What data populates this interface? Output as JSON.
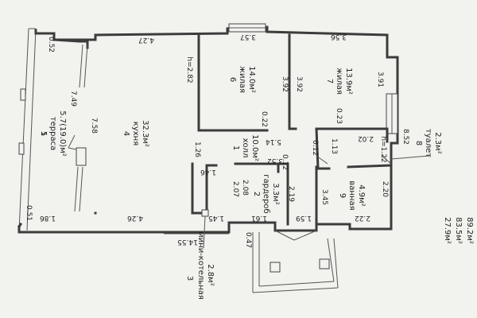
{
  "rooms": [
    {
      "id": "r1",
      "number": "1",
      "name": "холл",
      "area": "10.0м²"
    },
    {
      "id": "r2",
      "number": "2",
      "name": "гардероб",
      "area": "3.3м²"
    },
    {
      "id": "r3",
      "number": "3",
      "name": "мини-котельная",
      "area": "2.8м²"
    },
    {
      "id": "r4",
      "number": "4",
      "name": "кухня",
      "area": "32.3м²"
    },
    {
      "id": "r5",
      "number": "5",
      "name": "терраса",
      "area": "5.7(19.0)м²"
    },
    {
      "id": "r6",
      "number": "6",
      "name": "жилая",
      "area": "14.0м²"
    },
    {
      "id": "r7",
      "number": "7",
      "name": "жилая",
      "area": "13.9м²"
    },
    {
      "id": "r8",
      "number": "8",
      "name": "туалет",
      "area": "2.3м²"
    },
    {
      "id": "r9",
      "number": "9",
      "name": "ванная",
      "area": "4.9м²"
    }
  ],
  "dimensions": {
    "d_0_52": "0.52",
    "d_4_27": "4.27",
    "d_3_57": "3.57",
    "d_3_56": "3.56",
    "d_h_2_82": "h=2.82",
    "d_7_49": "7.49",
    "d_7_58": "7.58",
    "d_3_92a": "3.92",
    "d_3_92b": "3.92",
    "d_3_91": "3.91",
    "d_0_22": "0.22",
    "d_0_23": "0.23",
    "d_5_14": "5.14",
    "d_2_02": "2.02",
    "d_1_13": "1.13",
    "d_8_52": "8.52",
    "d_h_1_22": "h=1.22",
    "d_1_26": "1.26",
    "d_1_46": "1.46",
    "d_3_52": "3.52",
    "d_0_12a": "0.12",
    "d_0_12b": "0.12",
    "d_2_07": "2.07",
    "d_2_08": "2.08",
    "d_2_19": "2.19",
    "d_3_45": "3.45",
    "d_2_20": "2.20",
    "d_2_22": "2.22",
    "d_0_51": "0.51",
    "d_1_86": "1.86",
    "d_4_26": "4.26",
    "d_1_45": "1.45",
    "d_1_61": "1.61",
    "d_1_59": "1.59",
    "d_14_55": "14.55",
    "d_0_47": "0.47"
  },
  "totals": [
    "27.9м²",
    "83.5м²",
    "89.2м²"
  ]
}
